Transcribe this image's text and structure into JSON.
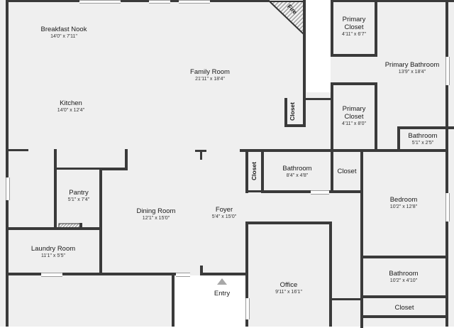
{
  "rooms": {
    "breakfast_nook": {
      "name": "Breakfast Nook",
      "dim": "14'0\" x 7'11\""
    },
    "family_room": {
      "name": "Family Room",
      "dim": "21'11\" x 18'4\""
    },
    "kitchen": {
      "name": "Kitchen",
      "dim": "14'0\" x 12'4\""
    },
    "primary_closet_1": {
      "name": "Primary Closet",
      "dim": "4'11\" x 6'7\""
    },
    "primary_bathroom": {
      "name": "Primary Bathroom",
      "dim": "13'9\" x 18'4\""
    },
    "primary_closet_2": {
      "name": "Primary Closet",
      "dim": "4'11\" x 8'0\""
    },
    "bathroom_small": {
      "name": "Bathroom",
      "dim": "5'1\" x 2'5\""
    },
    "bathroom_hall": {
      "name": "Bathroom",
      "dim": "8'4\" x 4'8\""
    },
    "pantry": {
      "name": "Pantry",
      "dim": "5'1\" x 7'4\""
    },
    "bedroom": {
      "name": "Bedroom",
      "dim": "10'2\" x 12'8\""
    },
    "dining_room": {
      "name": "Dining Room",
      "dim": "12'1\" x 15'0\""
    },
    "foyer": {
      "name": "Foyer",
      "dim": "5'4\" x 15'0\""
    },
    "laundry_room": {
      "name": "Laundry Room",
      "dim": "11'1\" x 5'5\""
    },
    "bathroom_lower": {
      "name": "Bathroom",
      "dim": "10'2\" x 4'10\""
    },
    "office": {
      "name": "Office",
      "dim": "9'11\" x 16'1\""
    }
  },
  "labels": {
    "fire": "Fire",
    "closet_fr": "Closet",
    "closet_foyer": "Closet",
    "closet_mid": "Closet",
    "closet_bottom": "Closet",
    "entry": "Entry"
  }
}
